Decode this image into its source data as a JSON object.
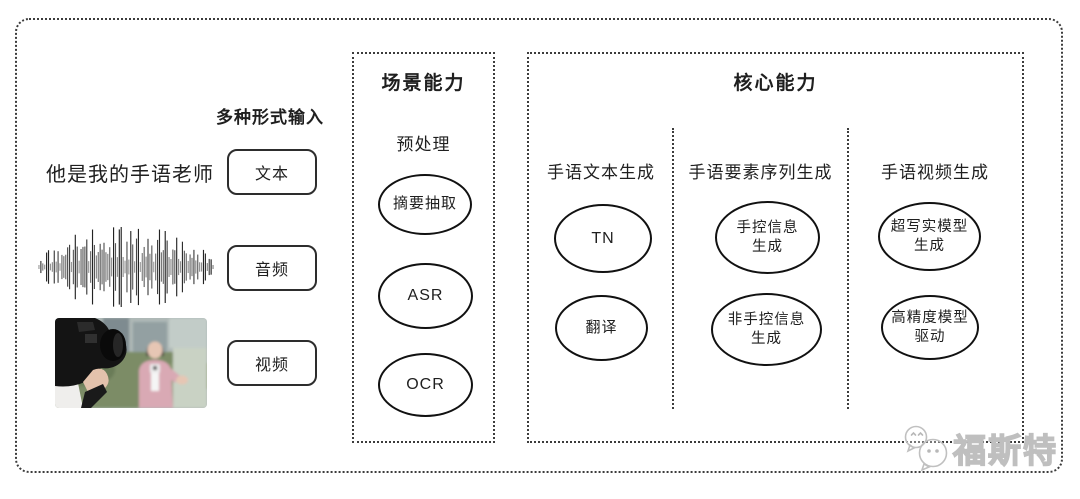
{
  "input_section": {
    "heading": "多种形式输入",
    "sample_sentence": "他是我的手语老师",
    "types": [
      {
        "label": "文本"
      },
      {
        "label": "音频"
      },
      {
        "label": "视频"
      }
    ],
    "media": {
      "waveform": "audio-waveform-image",
      "video_thumbnail": "cameraman-interview-photo"
    }
  },
  "scene_panel": {
    "title": "场景能力",
    "subtitle": "预处理",
    "nodes": [
      {
        "label": "摘要抽取"
      },
      {
        "label": "ASR"
      },
      {
        "label": "OCR"
      }
    ]
  },
  "core_panel": {
    "title": "核心能力",
    "columns": [
      {
        "header": "手语文本生成",
        "nodes": [
          {
            "label": "TN"
          },
          {
            "label": "翻译"
          }
        ]
      },
      {
        "header": "手语要素序列生成",
        "nodes": [
          {
            "label": "手控信息\n生成"
          },
          {
            "label": "非手控信息\n生成"
          }
        ]
      },
      {
        "header": "手语视频生成",
        "nodes": [
          {
            "label": "超写实模型\n生成"
          },
          {
            "label": "高精度模型\n驱动"
          }
        ]
      }
    ]
  },
  "watermark": {
    "text": "福斯特",
    "icon": "chat-bubbles-mascot-icon"
  },
  "colors": {
    "border": "#3c3c3c",
    "node_border": "#111111",
    "text": "#1f1f1f",
    "watermark_gray": "#bfbfbf"
  }
}
